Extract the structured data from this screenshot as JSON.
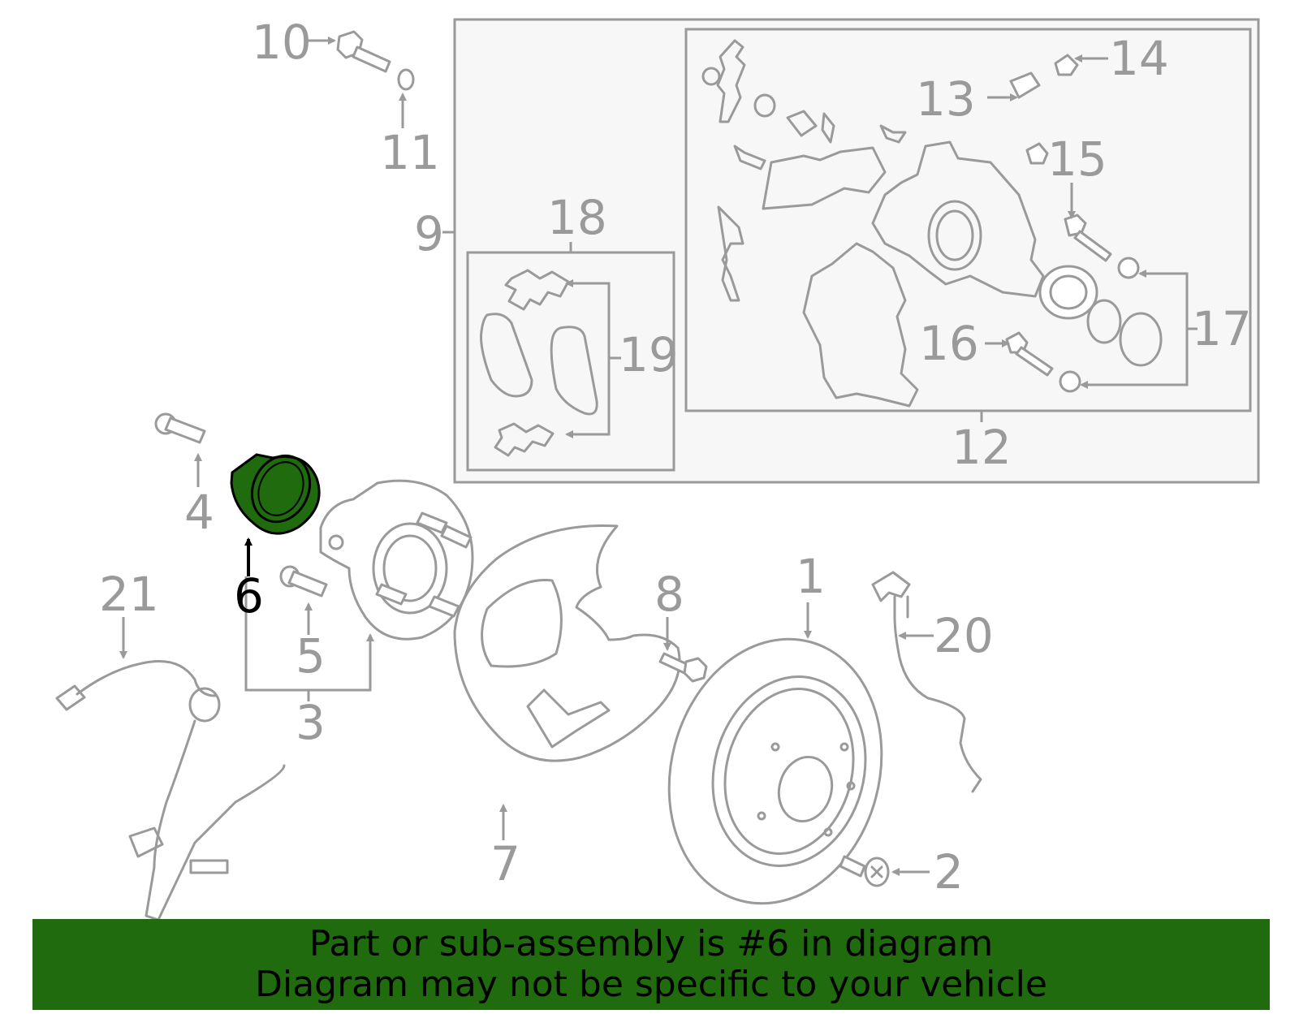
{
  "diagram": {
    "highlight_color": "#1f6b0e",
    "callouts": {
      "c1": "1",
      "c2": "2",
      "c3": "3",
      "c4": "4",
      "c5": "5",
      "c6": "6",
      "c7": "7",
      "c8": "8",
      "c9": "9",
      "c10": "10",
      "c11": "11",
      "c12": "12",
      "c13": "13",
      "c14": "14",
      "c15": "15",
      "c16": "16",
      "c17": "17",
      "c18": "18",
      "c19": "19",
      "c20": "20",
      "c21": "21"
    },
    "highlighted_callout": "6"
  },
  "banner": {
    "line1": "Part or sub-assembly is #6 in diagram",
    "line2": "Diagram may not be specific to your vehicle"
  }
}
